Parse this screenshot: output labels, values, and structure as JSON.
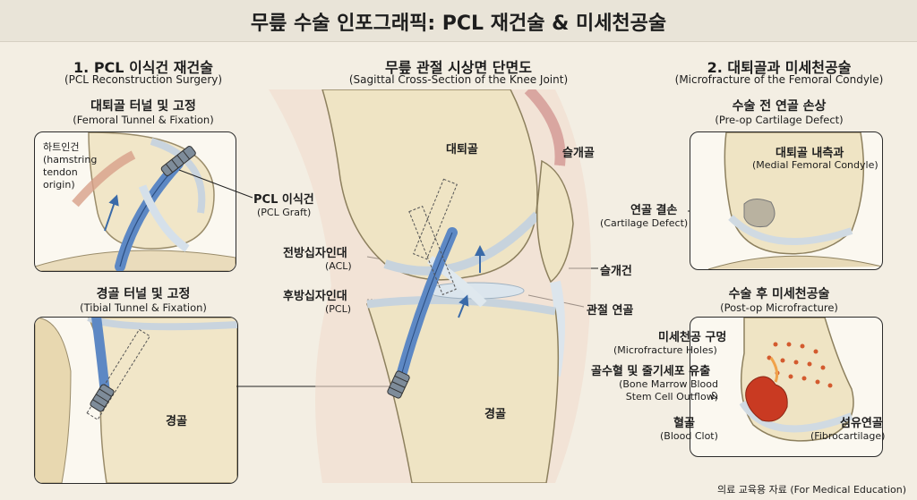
{
  "title": "무릎 수술 인포그래픽: PCL 재건술 & 미세천공술",
  "left": {
    "heading": "1. PCL 이식건 재건술",
    "heading_en": "(PCL Reconstruction Surgery)",
    "femoral": {
      "title": "대퇴골 터널 및 고정",
      "title_en": "(Femoral Tunnel & Fixation)",
      "hamstring": [
        "하트인건",
        "(hamstring",
        "tendon",
        "origin)"
      ]
    },
    "graft": {
      "label": "PCL 이식건",
      "label_en": "(PCL Graft)"
    },
    "tibial": {
      "title": "경골 터널 및 고정",
      "title_en": "(Tibial Tunnel & Fixation)",
      "tibia": "경골"
    }
  },
  "center": {
    "heading": "무릎 관절 시상면 단면도",
    "heading_en": "(Sagittal Cross-Section of the Knee Joint)",
    "femur": "대퇴골",
    "patella": "슬개골",
    "acl": "전방십자인대",
    "acl_en": "(ACL)",
    "pcl": "후방십자인대",
    "pcl_en": "(PCL)",
    "patellar_tendon": "슬개건",
    "joint_cartilage": "관절 연골",
    "tibia": "경골"
  },
  "right": {
    "heading": "2. 대퇴골과 미세천공술",
    "heading_en": "(Microfracture of the Femoral Condyle)",
    "preop": {
      "title": "수술 전 연골 손상",
      "title_en": "(Pre-op Cartilage Defect)",
      "condyle": "대퇴골 내측과",
      "condyle_en": "(Medial Femoral Condyle)",
      "defect": "연골 결손",
      "defect_en": "(Cartilage Defect)"
    },
    "postop": {
      "title": "수술 후 미세천공술",
      "title_en": "(Post-op Microfracture)",
      "holes": "미세천공 구멍",
      "holes_en": "(Microfracture Holes)",
      "marrow": "골수혈 및 줄기세포 유출",
      "marrow_en1": "(Bone Marrow Blood &",
      "marrow_en2": "Stem Cell Outflow)",
      "clot": "혈골",
      "clot_en": "(Blood Clot)",
      "fibro": "섬유연골",
      "fibro_en": "(Fibrocartilage)"
    }
  },
  "footer": "의료 교육용 자료 (For Medical Education)"
}
